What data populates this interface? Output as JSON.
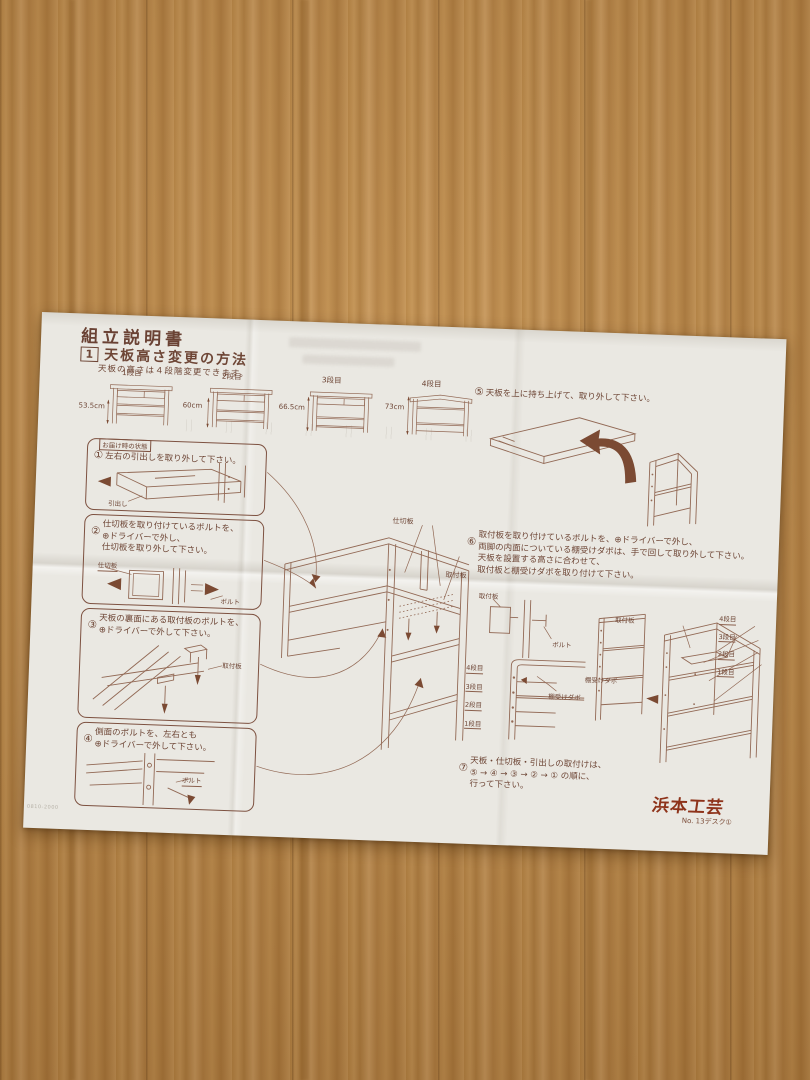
{
  "doc": {
    "title": "組立説明書",
    "section": {
      "number": "1",
      "heading": "天板高さ変更の方法",
      "subtitle": "天板の高さは４段階変更できます。"
    },
    "height_diagrams": [
      {
        "stage": "1段目",
        "height": "53.5cm",
        "note": "お届け時の状態"
      },
      {
        "stage": "2段目",
        "height": "60cm",
        "note": ""
      },
      {
        "stage": "3段目",
        "height": "66.5cm",
        "note": ""
      },
      {
        "stage": "4段目",
        "height": "73cm",
        "note": ""
      }
    ],
    "left_steps": [
      {
        "number": "①",
        "text": "左右の引出しを取り外して下さい。",
        "part_labels": [
          "引出し"
        ]
      },
      {
        "number": "②",
        "text": "仕切板を取り付けているボルトを、\n⊕ドライバーで外し、\n仕切板を取り外して下さい。",
        "part_labels": [
          "仕切板",
          "ボルト"
        ]
      },
      {
        "number": "③",
        "text": "天板の裏面にある取付板のボルトを、\n⊕ドライバーで外して下さい。",
        "part_labels": [
          "取付板"
        ]
      },
      {
        "number": "④",
        "text": "側面のボルトを、左右とも\n⊕ドライバーで外して下さい。",
        "part_labels": [
          "ボルト"
        ]
      }
    ],
    "center_figure": {
      "partition_label": "仕切板",
      "plate_label": "取付板"
    },
    "step5": {
      "number": "⑤",
      "text": "天板を上に持ち上げて、取り外して下さい。"
    },
    "step6": {
      "number": "⑥",
      "text": "取付板を取り付けているボルトを、⊕ドライバーで外し、\n両脚の内面についている棚受けダボは、手で回して取り外して下さい。\n天板を設置する高さに合わせて、\n取付板と棚受けダボを取り付けて下さい。",
      "small_diagram": {
        "plate": "取付板",
        "bolt": "ボルト"
      },
      "leg_diagram": {
        "stages": [
          "4段目",
          "3段目",
          "2段目",
          "1段目"
        ],
        "dowel": "棚受けダボ"
      },
      "frame_diagram": {
        "plate": "取付板",
        "dowel": "棚受けダボ",
        "stages": [
          "4段目",
          "3段目",
          "2段目",
          "1段目"
        ]
      }
    },
    "step7": {
      "number": "⑦",
      "text": "天板・仕切板・引出しの取付けは、\n⑤ → ④ → ③ → ② → ① の順に、\n行って下さい。"
    },
    "footer": {
      "brand": "浜本工芸",
      "model": "No. 13デスク①"
    },
    "print_code": "0810-2000"
  },
  "colors": {
    "ink": "#6e4636",
    "sketch": "#926955",
    "arrow": "#7b4a33",
    "brand_red": "#8e331a",
    "paper": "#eae8e2"
  }
}
